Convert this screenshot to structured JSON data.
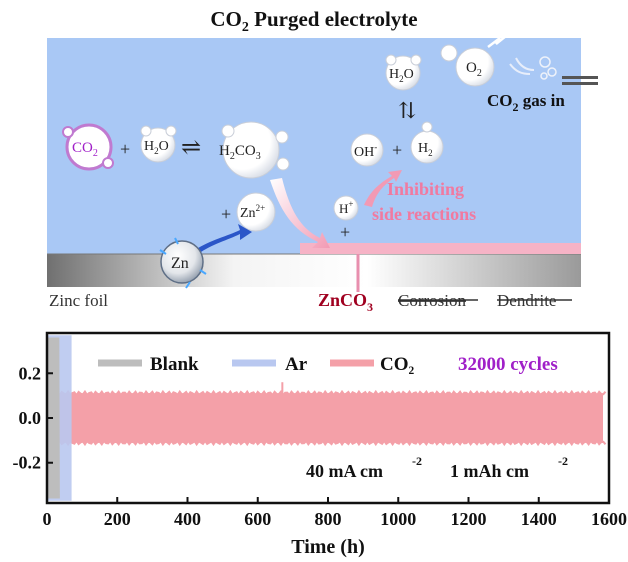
{
  "scheme": {
    "title_main": "CO",
    "title_sub": "2",
    "title_rest": " Purged electrolyte",
    "gas_in_main": "CO",
    "gas_in_sub": "2",
    "gas_in_rest": " gas in",
    "o2_main": "O",
    "o2_sub": "2",
    "h2o_top_h": "H",
    "h2o_top_sub": "2",
    "h2o_top_o": "O",
    "co2_main": "CO",
    "co2_sub": "2",
    "plus1": "+",
    "h2o_h": "H",
    "h2o_sub": "2",
    "h2o_o": "O",
    "h2co3_h": "H",
    "h2co3_sub2": "2",
    "h2co3_co": "CO",
    "h2co3_sub3": "3",
    "oh": "OH",
    "oh_sup": "-",
    "plus2": "+",
    "h2_h": "H",
    "h2_sub": "2",
    "hplus": "H",
    "hplus_sup": "+",
    "plus3": "+",
    "plus4": "+",
    "zn2_main": "Zn",
    "zn2_sup": "2+",
    "zn": "Zn",
    "inhibit_line1": "Inhibiting",
    "inhibit_line2": "side reactions",
    "zinc_foil": "Zinc foil",
    "znco3_main": "ZnCO",
    "znco3_sub": "3",
    "corrosion": "Corrosion",
    "dendrite": "Dendrite",
    "equilibrium": "⇌",
    "equilibrium_v": "⇅"
  },
  "chart_data": {
    "type": "line",
    "xlabel": "Time (h)",
    "ylabel": "",
    "xlim": [
      0,
      1600
    ],
    "ylim": [
      -0.38,
      0.38
    ],
    "x_ticks": [
      0,
      200,
      400,
      600,
      800,
      1000,
      1200,
      1400,
      1600
    ],
    "y_ticks": [
      0.2,
      0.0,
      -0.2
    ],
    "y_tick_labels": [
      "0.2",
      "0.0",
      "-0.2"
    ],
    "legend": [
      "Blank",
      "Ar",
      "CO₂"
    ],
    "annotation_cycles": "32000 cycles",
    "annotation_current": "40 mA cm",
    "annotation_current_sup": "-2",
    "annotation_capacity": "1 mAh cm",
    "annotation_capacity_sup": "-2",
    "series": [
      {
        "name": "Blank",
        "color": "#bdbdbd",
        "x_range": [
          0,
          35
        ],
        "amplitude": 0.36
      },
      {
        "name": "Ar",
        "color": "#b9c8f0",
        "x_range": [
          0,
          70
        ],
        "amplitude": 0.37
      },
      {
        "name": "CO₂",
        "color": "#f4a0a8",
        "x_range": [
          0,
          1600
        ],
        "upper": 0.11,
        "lower": -0.11,
        "spike_x": 670,
        "spike_y": 0.16
      }
    ]
  },
  "colors": {
    "electrolyte": "#a9c8f5",
    "foil_dark": "#8a8a8a",
    "pink": "#f2a2b5",
    "purple": "#a020c8",
    "co2_ring": "#c07ad0"
  }
}
